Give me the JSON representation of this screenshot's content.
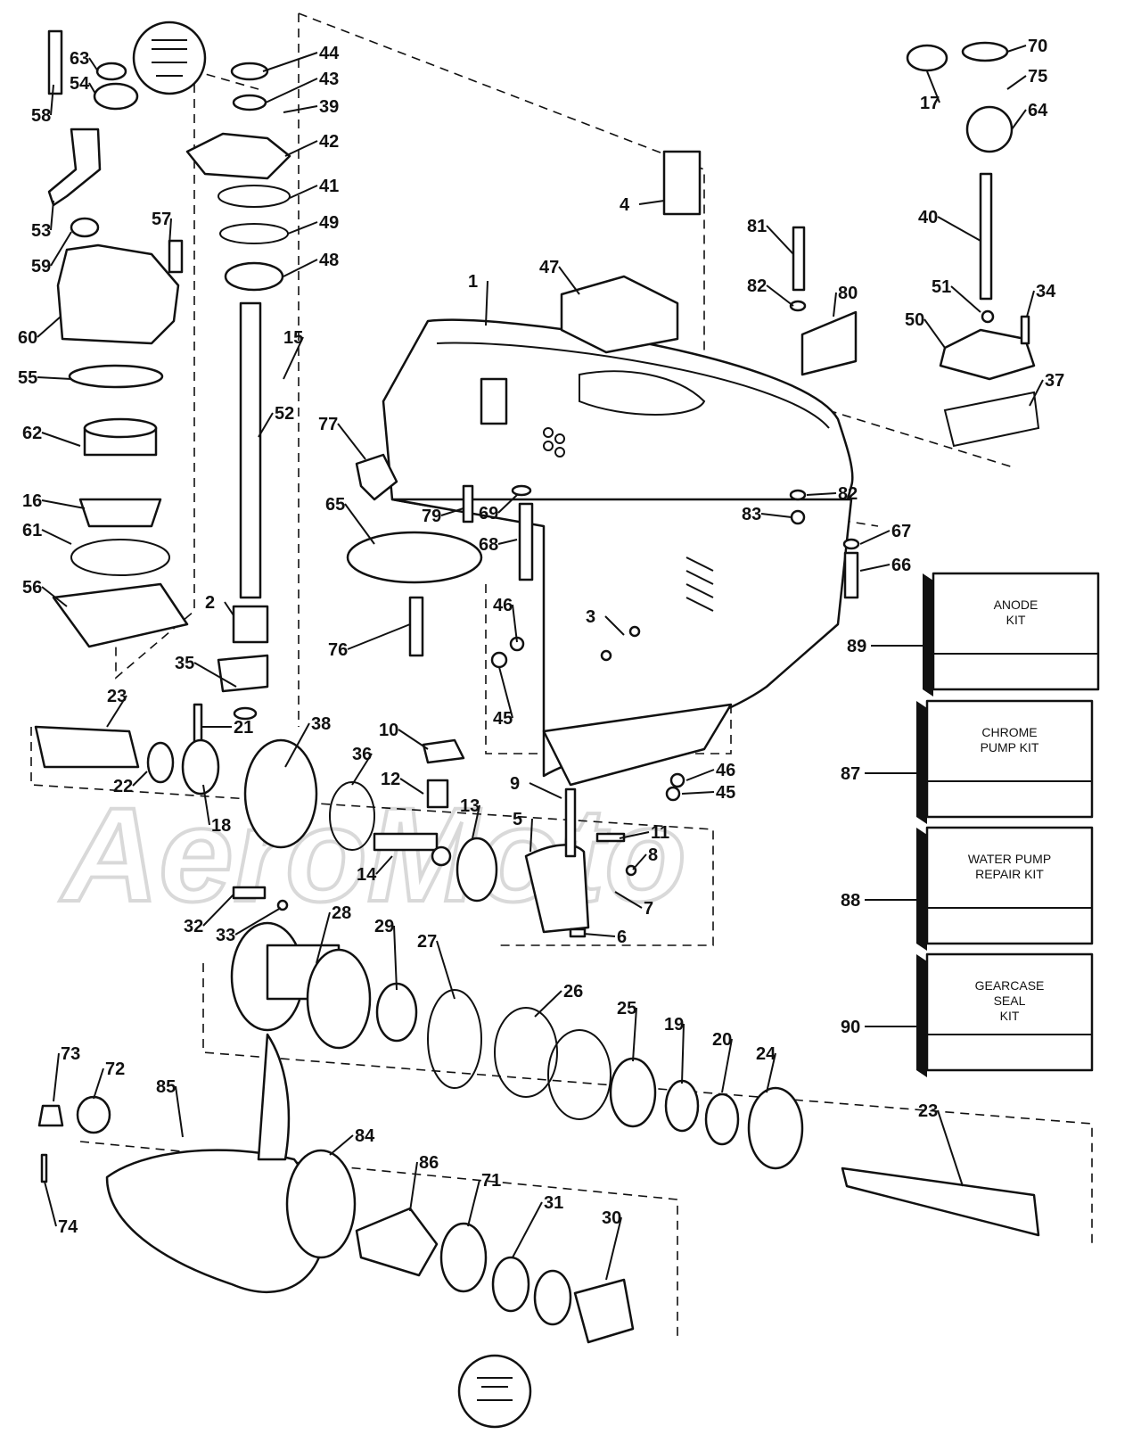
{
  "watermark": "AeroMoto",
  "part_labels": [
    {
      "id": "p1",
      "text": "1"
    },
    {
      "id": "p2",
      "text": "2"
    },
    {
      "id": "p3",
      "text": "3"
    },
    {
      "id": "p4",
      "text": "4"
    },
    {
      "id": "p5",
      "text": "5"
    },
    {
      "id": "p6",
      "text": "6"
    },
    {
      "id": "p7",
      "text": "7"
    },
    {
      "id": "p8",
      "text": "8"
    },
    {
      "id": "p9",
      "text": "9"
    },
    {
      "id": "p10",
      "text": "10"
    },
    {
      "id": "p11",
      "text": "11"
    },
    {
      "id": "p12",
      "text": "12"
    },
    {
      "id": "p13",
      "text": "13"
    },
    {
      "id": "p14",
      "text": "14"
    },
    {
      "id": "p15",
      "text": "15"
    },
    {
      "id": "p16",
      "text": "16"
    },
    {
      "id": "p17",
      "text": "17"
    },
    {
      "id": "p18",
      "text": "18"
    },
    {
      "id": "p19",
      "text": "19"
    },
    {
      "id": "p20",
      "text": "20"
    },
    {
      "id": "p21",
      "text": "21"
    },
    {
      "id": "p22",
      "text": "22"
    },
    {
      "id": "p23a",
      "text": "23"
    },
    {
      "id": "p23b",
      "text": "23"
    },
    {
      "id": "p24",
      "text": "24"
    },
    {
      "id": "p25",
      "text": "25"
    },
    {
      "id": "p26",
      "text": "26"
    },
    {
      "id": "p27",
      "text": "27"
    },
    {
      "id": "p28",
      "text": "28"
    },
    {
      "id": "p29",
      "text": "29"
    },
    {
      "id": "p30",
      "text": "30"
    },
    {
      "id": "p31",
      "text": "31"
    },
    {
      "id": "p32",
      "text": "32"
    },
    {
      "id": "p33",
      "text": "33"
    },
    {
      "id": "p34",
      "text": "34"
    },
    {
      "id": "p35",
      "text": "35"
    },
    {
      "id": "p36",
      "text": "36"
    },
    {
      "id": "p37",
      "text": "37"
    },
    {
      "id": "p38",
      "text": "38"
    },
    {
      "id": "p39",
      "text": "39"
    },
    {
      "id": "p40",
      "text": "40"
    },
    {
      "id": "p41",
      "text": "41"
    },
    {
      "id": "p42",
      "text": "42"
    },
    {
      "id": "p43",
      "text": "43"
    },
    {
      "id": "p44",
      "text": "44"
    },
    {
      "id": "p45a",
      "text": "45"
    },
    {
      "id": "p45b",
      "text": "45"
    },
    {
      "id": "p46a",
      "text": "46"
    },
    {
      "id": "p46b",
      "text": "46"
    },
    {
      "id": "p47",
      "text": "47"
    },
    {
      "id": "p48",
      "text": "48"
    },
    {
      "id": "p49",
      "text": "49"
    },
    {
      "id": "p50",
      "text": "50"
    },
    {
      "id": "p51",
      "text": "51"
    },
    {
      "id": "p52",
      "text": "52"
    },
    {
      "id": "p53",
      "text": "53"
    },
    {
      "id": "p54",
      "text": "54"
    },
    {
      "id": "p55",
      "text": "55"
    },
    {
      "id": "p56",
      "text": "56"
    },
    {
      "id": "p57",
      "text": "57"
    },
    {
      "id": "p58",
      "text": "58"
    },
    {
      "id": "p59",
      "text": "59"
    },
    {
      "id": "p60",
      "text": "60"
    },
    {
      "id": "p61",
      "text": "61"
    },
    {
      "id": "p62",
      "text": "62"
    },
    {
      "id": "p63",
      "text": "63"
    },
    {
      "id": "p64",
      "text": "64"
    },
    {
      "id": "p65",
      "text": "65"
    },
    {
      "id": "p66",
      "text": "66"
    },
    {
      "id": "p67",
      "text": "67"
    },
    {
      "id": "p68",
      "text": "68"
    },
    {
      "id": "p69",
      "text": "69"
    },
    {
      "id": "p70",
      "text": "70"
    },
    {
      "id": "p71",
      "text": "71"
    },
    {
      "id": "p72",
      "text": "72"
    },
    {
      "id": "p73",
      "text": "73"
    },
    {
      "id": "p74",
      "text": "74"
    },
    {
      "id": "p75",
      "text": "75"
    },
    {
      "id": "p76",
      "text": "76"
    },
    {
      "id": "p77",
      "text": "77"
    },
    {
      "id": "p79",
      "text": "79"
    },
    {
      "id": "p80",
      "text": "80"
    },
    {
      "id": "p81",
      "text": "81"
    },
    {
      "id": "p82a",
      "text": "82"
    },
    {
      "id": "p82b",
      "text": "82"
    },
    {
      "id": "p83",
      "text": "83"
    },
    {
      "id": "p84",
      "text": "84"
    },
    {
      "id": "p85",
      "text": "85"
    },
    {
      "id": "p86",
      "text": "86"
    },
    {
      "id": "p87",
      "text": "87"
    },
    {
      "id": "p88",
      "text": "88"
    },
    {
      "id": "p89",
      "text": "89"
    },
    {
      "id": "p90",
      "text": "90"
    }
  ],
  "kits": [
    {
      "id": "k89",
      "number": "89",
      "lines": [
        "ANODE",
        "KIT"
      ]
    },
    {
      "id": "k87",
      "number": "87",
      "lines": [
        "CHROME",
        "PUMP KIT"
      ]
    },
    {
      "id": "k88",
      "number": "88",
      "lines": [
        "WATER PUMP",
        "REPAIR KIT"
      ]
    },
    {
      "id": "k90",
      "number": "90",
      "lines": [
        "GEARCASE",
        "SEAL",
        "KIT"
      ]
    }
  ]
}
